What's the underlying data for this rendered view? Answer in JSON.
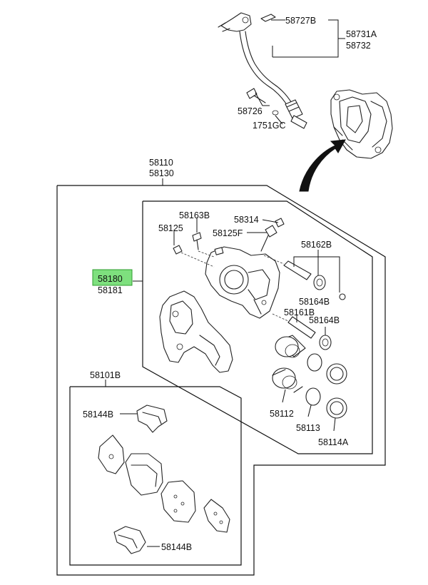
{
  "diagram": {
    "labels": {
      "p58727B": "58727B",
      "p58731A": "58731A",
      "p58732": "58732",
      "p58726": "58726",
      "p1751GC": "1751GC",
      "p58110": "58110",
      "p58130": "58130",
      "p58163B": "58163B",
      "p58314": "58314",
      "p58125": "58125",
      "p58125F": "58125F",
      "p58162B": "58162B",
      "p58180": "58180",
      "p58181": "58181",
      "p58164B_a": "58164B",
      "p58161B": "58161B",
      "p58164B_b": "58164B",
      "p58101B": "58101B",
      "p58112": "58112",
      "p58113": "58113",
      "p58114A": "58114A",
      "p58144B_a": "58144B",
      "p58144B_b": "58144B"
    },
    "highlight_color": "#7ee07e",
    "highlight_border": "#2f9e2f"
  }
}
